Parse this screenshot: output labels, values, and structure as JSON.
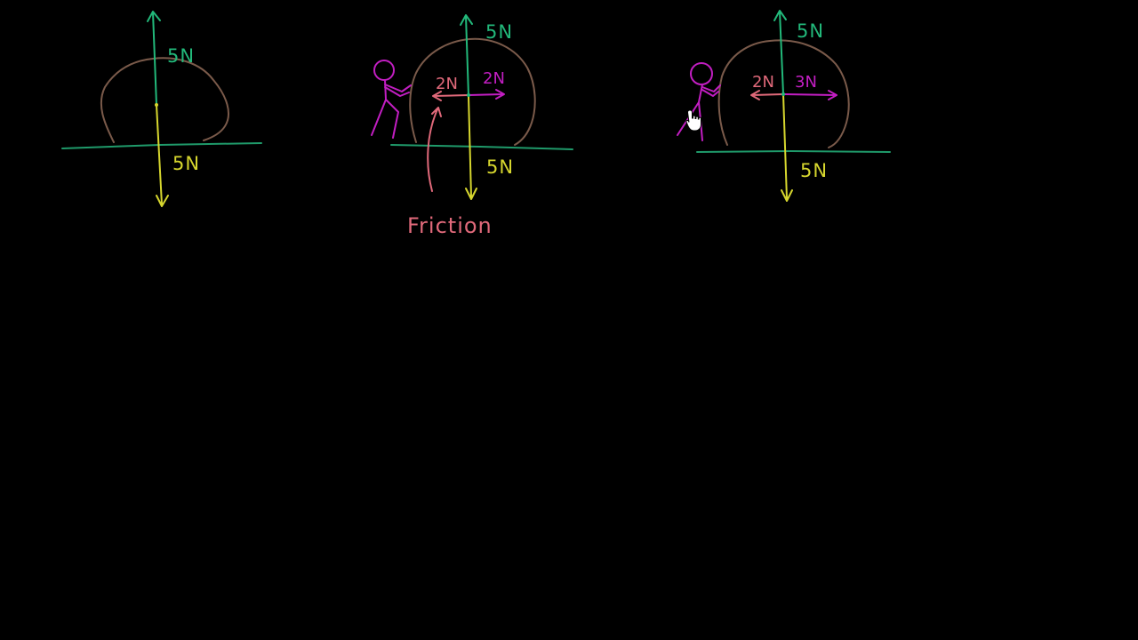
{
  "colors": {
    "background": "#000000",
    "ground": "#1f9a6a",
    "normal_force": "#22b87a",
    "gravity": "#d6d62e",
    "rock": "#7a5a4a",
    "friction": "#e0697a",
    "push": "#c21ec2",
    "cursor": "#ffffff"
  },
  "diagrams": [
    {
      "id": "rock-at-rest",
      "up_force": "5N",
      "down_force": "5N"
    },
    {
      "id": "pushed-balanced",
      "up_force": "5N",
      "down_force": "5N",
      "left_force": "2N",
      "right_force": "2N",
      "note": "Friction"
    },
    {
      "id": "pushed-net",
      "up_force": "5N",
      "down_force": "5N",
      "left_force": "2N",
      "right_force": "3N"
    }
  ],
  "cursor_icon": "hand-pointer-icon"
}
